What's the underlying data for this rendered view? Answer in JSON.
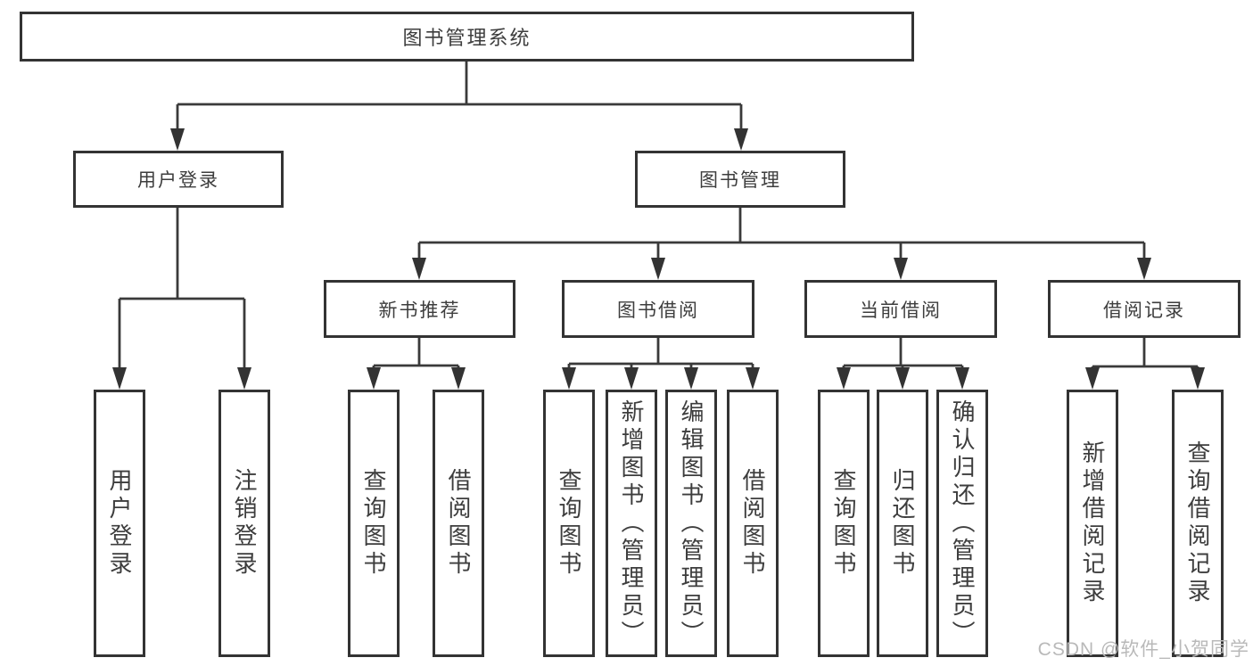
{
  "diagram": {
    "root": "图书管理系统",
    "branches": [
      {
        "label": "用户登录",
        "children": [
          "用户登录",
          "注销登录"
        ]
      },
      {
        "label": "图书管理",
        "children": [
          {
            "label": "新书推荐",
            "children": [
              "查询图书",
              "借阅图书"
            ]
          },
          {
            "label": "图书借阅",
            "children": [
              "查询图书",
              "新增图书（管理员）",
              "编辑图书（管理员）",
              "借阅图书"
            ]
          },
          {
            "label": "当前借阅",
            "children": [
              "查询图书",
              "归还图书",
              "确认归还（管理员）"
            ]
          },
          {
            "label": "借阅记录",
            "children": [
              "新增借阅记录",
              "查询借阅记录"
            ]
          }
        ]
      }
    ],
    "colors": {
      "line": "#3a3a3a",
      "border": "#333333",
      "text": "#3d3d3d",
      "watermark_text": "#b9b9b9"
    }
  },
  "watermark": "CSDN @软件_小贺同学"
}
